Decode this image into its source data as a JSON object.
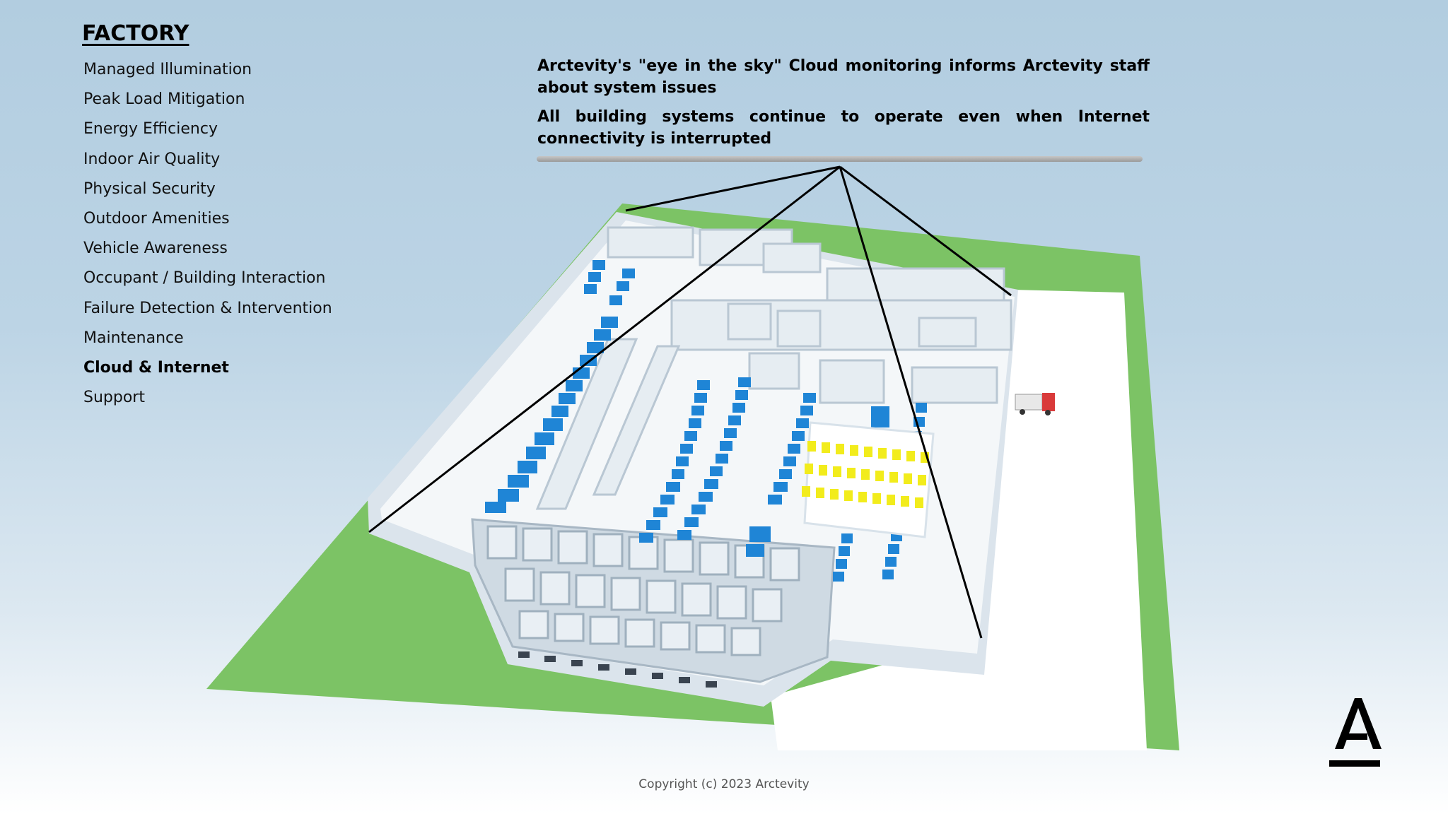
{
  "menu": {
    "title": "FACTORY",
    "items": [
      {
        "label": "Managed Illumination"
      },
      {
        "label": "Peak Load Mitigation"
      },
      {
        "label": "Energy Efficiency"
      },
      {
        "label": "Indoor Air Quality"
      },
      {
        "label": "Physical Security"
      },
      {
        "label": "Outdoor Amenities"
      },
      {
        "label": "Vehicle Awareness"
      },
      {
        "label": "Occupant / Building Interaction"
      },
      {
        "label": "Failure Detection & Intervention"
      },
      {
        "label": "Maintenance"
      },
      {
        "label": "Cloud & Internet"
      },
      {
        "label": "Support"
      }
    ],
    "active_item": "Cloud & Internet"
  },
  "info": {
    "line1": "Arctevity's \"eye in the sky\" Cloud monitoring informs Arctevity staff about system issues",
    "line2": "All building systems continue to operate even when Internet connectivity is interrupted"
  },
  "footer": {
    "copyright": "Copyright (c) 2023 Arctevity"
  },
  "logo": {
    "letter": "A"
  },
  "colors": {
    "grass": "#7bc465",
    "floor": "#f3f6f8",
    "wall": "#d6e0e8",
    "equipment_blue": "#1f86d6",
    "equipment_yellow": "#f2ec1c",
    "truck_red": "#d93a3a"
  }
}
